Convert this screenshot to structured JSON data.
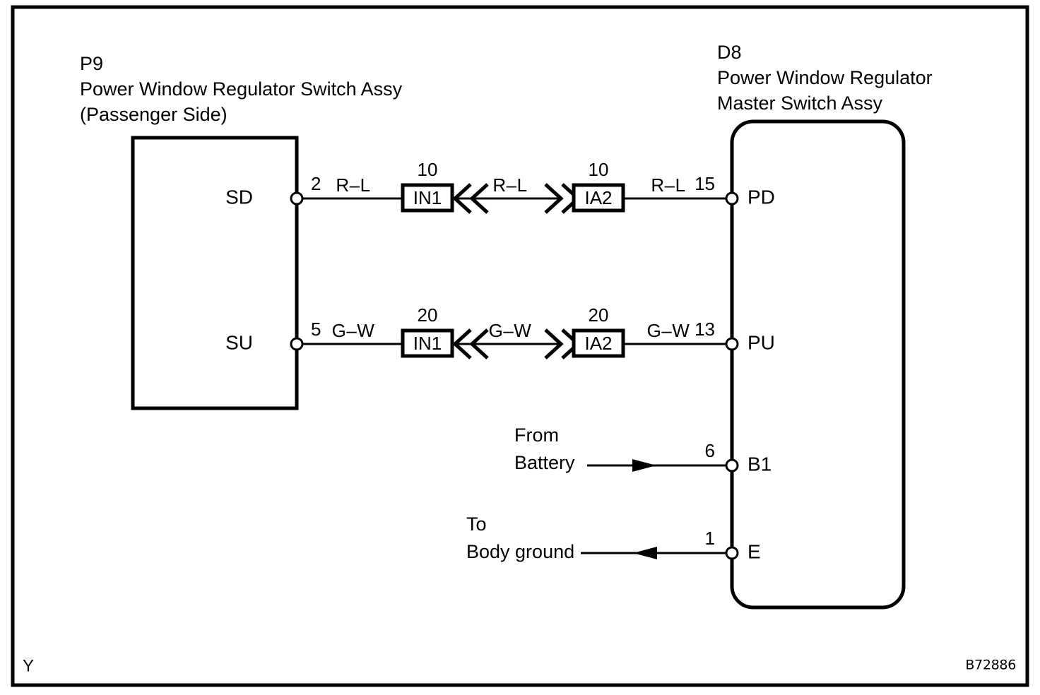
{
  "diagram": {
    "reference_code": "B72886",
    "corner_mark": "Y",
    "left_component": {
      "code": "P9",
      "name_line1": "Power Window Regulator Switch Assy",
      "name_line2": "(Passenger Side)",
      "terminals": [
        {
          "label": "SD",
          "pin": "2"
        },
        {
          "label": "SU",
          "pin": "5"
        }
      ]
    },
    "right_component": {
      "code": "D8",
      "name_line1": "Power Window Regulator",
      "name_line2": "Master Switch Assy",
      "terminals": [
        {
          "label": "PD",
          "pin": "15"
        },
        {
          "label": "PU",
          "pin": "13"
        },
        {
          "label": "B1",
          "pin": "6"
        },
        {
          "label": "E",
          "pin": "1"
        }
      ]
    },
    "circuits": [
      {
        "id": "pd-circuit",
        "wire_color_left": "R–L",
        "wire_color_mid": "R–L",
        "wire_color_right": "R–L",
        "junction_left": {
          "name": "IN1",
          "number": "10"
        },
        "junction_right": {
          "name": "IA2",
          "number": "10"
        }
      },
      {
        "id": "pu-circuit",
        "wire_color_left": "G–W",
        "wire_color_mid": "G–W",
        "wire_color_right": "G–W",
        "junction_left": {
          "name": "IN1",
          "number": "20"
        },
        "junction_right": {
          "name": "IA2",
          "number": "20"
        }
      }
    ],
    "external_connections": [
      {
        "id": "battery",
        "line1": "From",
        "line2": "Battery",
        "direction": "in",
        "pin": "6",
        "terminal": "B1"
      },
      {
        "id": "ground",
        "line1": "To",
        "line2": "Body ground",
        "direction": "out",
        "pin": "1",
        "terminal": "E"
      }
    ]
  },
  "colors": {
    "ink": "#000000",
    "paper": "#ffffff"
  }
}
